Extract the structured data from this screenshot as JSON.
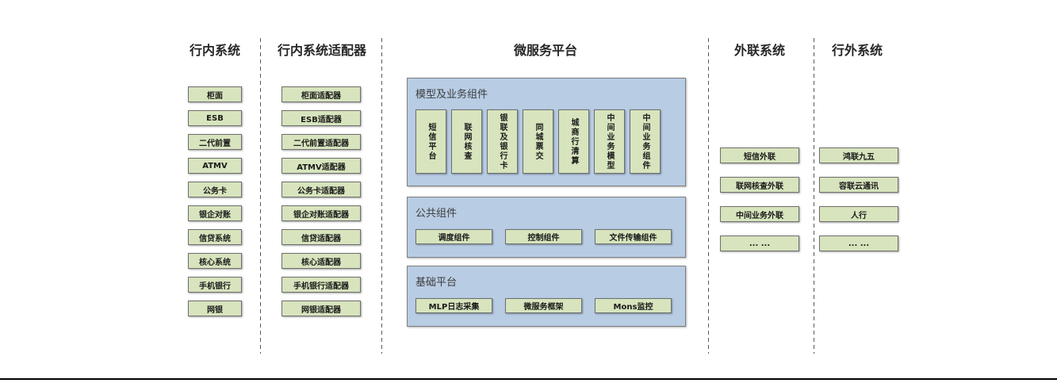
{
  "colors": {
    "green_fill": "#d7e4bd",
    "green_border": "#6e6e6e",
    "blue_fill": "#b8cce4",
    "blue_border": "#7f7f7f",
    "divider": "#595959",
    "bottom_line": "#000000"
  },
  "columns": {
    "internal": {
      "title": "行内系统",
      "items": [
        "柜面",
        "ESB",
        "二代前置",
        "ATMV",
        "公务卡",
        "银企对账",
        "信贷系统",
        "核心系统",
        "手机银行",
        "网银"
      ]
    },
    "adapters": {
      "title": "行内系统适配器",
      "items": [
        "柜面适配器",
        "ESB适配器",
        "二代前置适配器",
        "ATMV适配器",
        "公务卡适配器",
        "银企对账适配器",
        "信贷适配器",
        "核心适配器",
        "手机银行适配器",
        "网银适配器"
      ]
    },
    "platform": {
      "title": "微服务平台",
      "sections": [
        {
          "label": "模型及业务组件",
          "items": [
            "短信平台",
            "联网核查",
            "银联及银行卡",
            "同城票交",
            "城商行清算",
            "中间业务模型",
            "中间业务组件"
          ]
        },
        {
          "label": "公共组件",
          "items": [
            "调度组件",
            "控制组件",
            "文件传输组件"
          ]
        },
        {
          "label": "基础平台",
          "items": [
            "MLP日志采集",
            "微服务框架",
            "Mons监控"
          ]
        }
      ]
    },
    "outreach": {
      "title": "外联系统",
      "items": [
        "短信外联",
        "联网核查外联",
        "中间业务外联",
        "... ..."
      ]
    },
    "external": {
      "title": "行外系统",
      "items": [
        "鸿联九五",
        "容联云通讯",
        "人行",
        "... ..."
      ]
    }
  }
}
